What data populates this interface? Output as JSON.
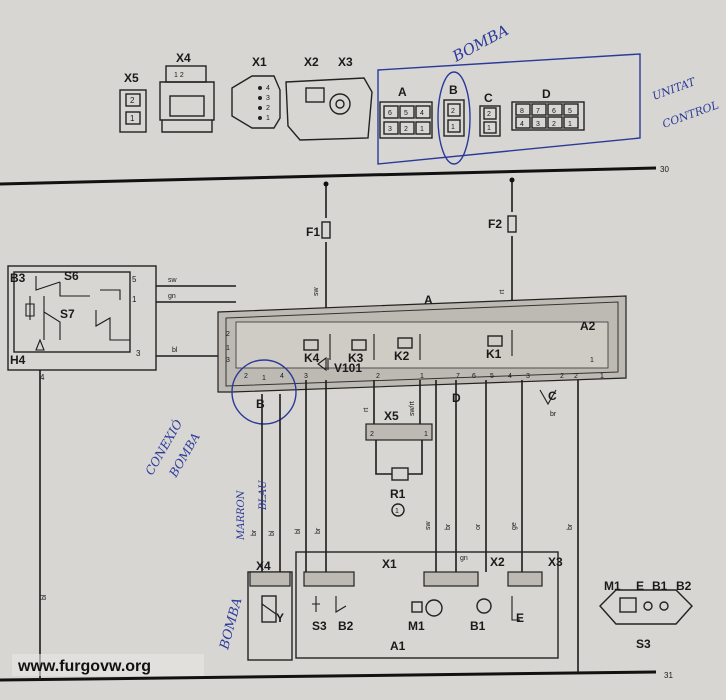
{
  "rails": {
    "top": "30",
    "bottom": "31"
  },
  "connectors_legend": {
    "x5": "X5",
    "x4": "X4",
    "x1": "X1",
    "x2": "X2",
    "x3": "X3",
    "x4_pins": "1 2",
    "x1_pins": [
      "4",
      "3",
      "2",
      "1"
    ],
    "x5_pins": [
      "2",
      "1"
    ]
  },
  "control_unit_plugs": {
    "a": "A",
    "b": "B",
    "c": "C",
    "d": "D",
    "a_pins": [
      "6",
      "5",
      "4",
      "3",
      "2",
      "1"
    ],
    "b_pins": [
      "2",
      "1"
    ],
    "c_pins": [
      "2",
      "1"
    ],
    "d_pins": [
      "8",
      "7",
      "6",
      "5",
      "4",
      "3",
      "2",
      "1"
    ]
  },
  "fuses": {
    "f1": "F1",
    "f2": "F2"
  },
  "control_unit": {
    "a": "A",
    "a2": "A2",
    "b": "B",
    "c": "C",
    "d": "D"
  },
  "relays": {
    "k4": "K4",
    "k3": "K3",
    "k2": "K2",
    "k1": "K1",
    "v101": "V101"
  },
  "switch_module": {
    "b3": "B3",
    "s6": "S6",
    "s7": "S7",
    "h4": "H4"
  },
  "wire_colors": {
    "sw": "sw",
    "gn": "gn",
    "bl": "bl",
    "rt": "rt",
    "br": "br",
    "or": "or",
    "ge": "ge",
    "sw_rt": "sw/rt",
    "ws": "ws"
  },
  "pin_numbers": [
    "5",
    "1",
    "3",
    "4",
    "2",
    "1",
    "3",
    "2",
    "1",
    "4",
    "3",
    "2",
    "1",
    "7",
    "6",
    "5",
    "4",
    "3",
    "2",
    "1",
    "2",
    "1"
  ],
  "relay_x5": {
    "label": "X5",
    "r1": "R1",
    "r1_circle": "1",
    "pin1": "1",
    "pin2": "2"
  },
  "pump": {
    "x4": "X4",
    "y": "Y"
  },
  "heater": {
    "a1": "A1",
    "x1": "X1",
    "x2": "X2",
    "x3": "X3",
    "s3": "S3",
    "b2": "B2",
    "m1": "M1",
    "b1": "B1",
    "e": "E"
  },
  "inset": {
    "m1": "M1",
    "e": "E",
    "b1": "B1",
    "b2": "B2",
    "s3": "S3"
  },
  "handwritten": {
    "bomba_top": "BOMBA",
    "unitat_control": [
      "UNITAT",
      "CONTROL"
    ],
    "conexio_bomba": [
      "CONEXIÓ",
      "BOMBA"
    ],
    "marro": "MARRON",
    "blau": "BLAU",
    "bomba_bottom": "BOMBA"
  },
  "watermark": "www.furgovw.org",
  "colors": {
    "paper": "#d8d6d2",
    "ink": "#1c1c1c",
    "pen": "#2b3a9a",
    "shade": "#bdbab4"
  }
}
